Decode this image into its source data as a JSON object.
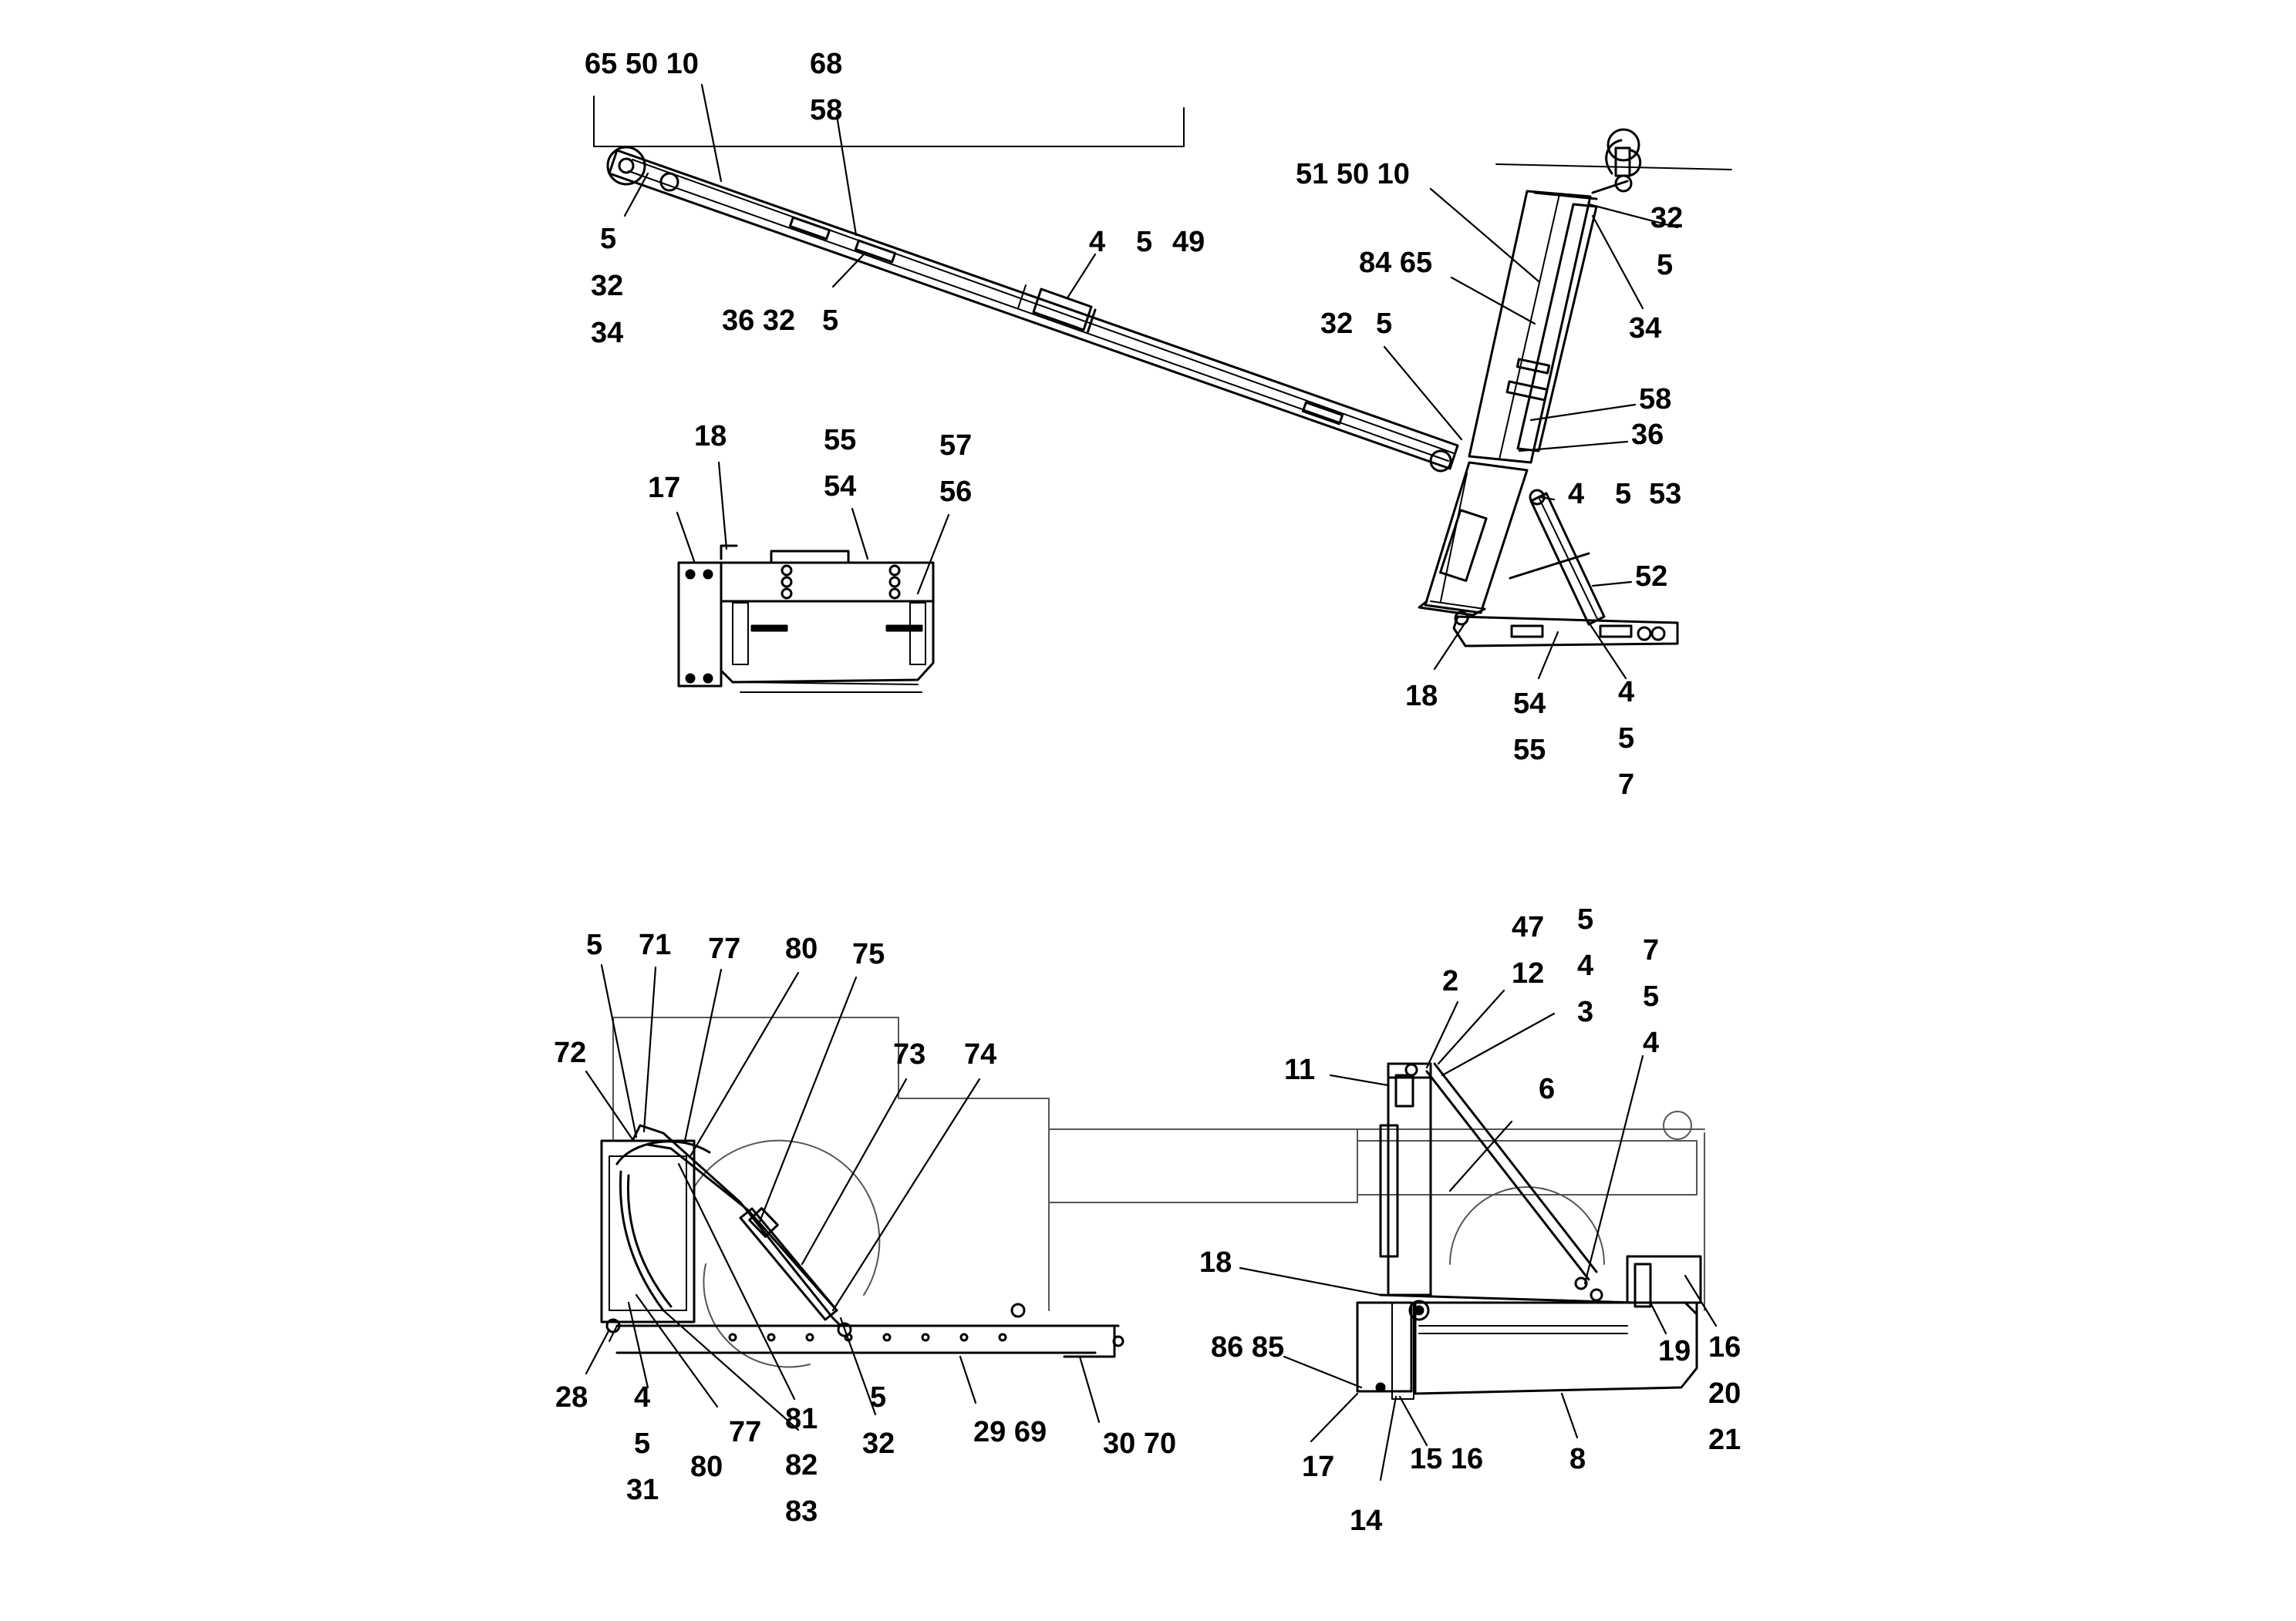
{
  "callouts": {
    "t01": "65 50 10",
    "t02": "68",
    "t03": "58",
    "t04": "5",
    "t05": "32",
    "t06": "34",
    "t07": "36 32",
    "t08": "5",
    "t09": "4",
    "t10": "5",
    "t11": "49",
    "t12": "51 50 10",
    "t13": "32",
    "t14": "5",
    "t15": "84 65",
    "t16": "34",
    "t17": "32",
    "t18": "5",
    "t19": "58",
    "t20": "36",
    "t21": "4",
    "t22": "5",
    "t23": "53",
    "t24": "52",
    "t25": "18",
    "t26": "54",
    "t27": "55",
    "t28": "4",
    "t29": "5",
    "t30": "7",
    "t31": "18",
    "t32": "55",
    "t33": "54",
    "t34": "57",
    "t35": "56",
    "t36": "17",
    "t37": "5",
    "t38": "71",
    "t39": "77",
    "t40": "80",
    "t41": "75",
    "t42": "73",
    "t43": "74",
    "t44": "72",
    "t45": "28",
    "t46": "4",
    "t47": "5",
    "t48": "31",
    "t49": "80",
    "t50": "77",
    "t51": "81",
    "t52": "82",
    "t53": "83",
    "t54": "5",
    "t55": "32",
    "t56": "29 69",
    "t57": "30 70",
    "t58": "47",
    "t59": "5",
    "t60": "12",
    "t61": "4",
    "t62": "7",
    "t63": "2",
    "t64": "5",
    "t65": "3",
    "t66": "4",
    "t67": "11",
    "t68": "6",
    "t69": "18",
    "t70": "86 85",
    "t71": "19",
    "t72": "16",
    "t73": "20",
    "t74": "21",
    "t75": "17",
    "t76": "14",
    "t77": "15 16",
    "t78": "8"
  }
}
